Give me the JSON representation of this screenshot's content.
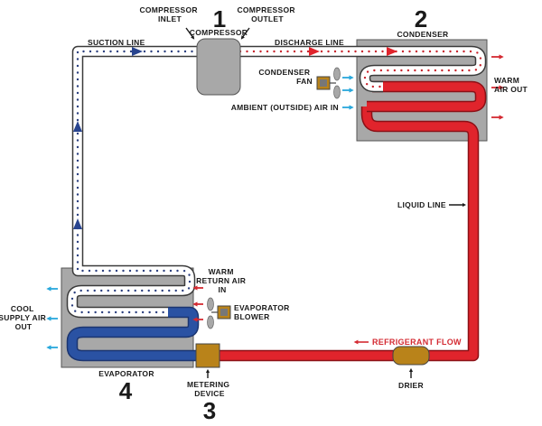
{
  "diagram": {
    "labels": {
      "compressor_inlet": [
        "COMPRESSOR",
        "INLET"
      ],
      "compressor": "COMPRESSOR",
      "compressor_outlet": [
        "COMPRESSOR",
        "OUTLET"
      ],
      "suction_line": "SUCTION LINE",
      "discharge_line": "DISCHARGE LINE",
      "condenser": "CONDENSER",
      "condenser_fan": [
        "CONDENSER",
        "FAN"
      ],
      "ambient_air_in": "AMBIENT (OUTSIDE) AIR IN",
      "warm_air_out": [
        "WARM",
        "AIR OUT"
      ],
      "liquid_line": "LIQUID LINE",
      "warm_return_air_in": [
        "WARM",
        "RETURN AIR",
        "IN"
      ],
      "evaporator_blower": [
        "EVAPORATOR",
        "BLOWER"
      ],
      "cool_supply_air_out": [
        "COOL",
        "SUPPLY AIR",
        "OUT"
      ],
      "evaporator": "EVAPORATOR",
      "metering_device": [
        "METERING",
        "DEVICE"
      ],
      "refrigerant_flow": "REFRIGERANT FLOW",
      "drier": "DRIER"
    },
    "step_numbers": {
      "compressor": "1",
      "condenser": "2",
      "metering_device": "3",
      "evaporator": "4"
    },
    "colors": {
      "hot_line": "#e0242c",
      "cold_line": "#2a52a3",
      "vapor_line": "#ffffff",
      "vapor_dots": "#2a3e7e",
      "hot_dots": "#c8232b",
      "warm_arrow": "#d42a32",
      "cool_arrow": "#29a8dc",
      "blue_arrow": "#28448f",
      "component_fill": "#a8a8a8",
      "device_fill": "#b9831a"
    }
  }
}
